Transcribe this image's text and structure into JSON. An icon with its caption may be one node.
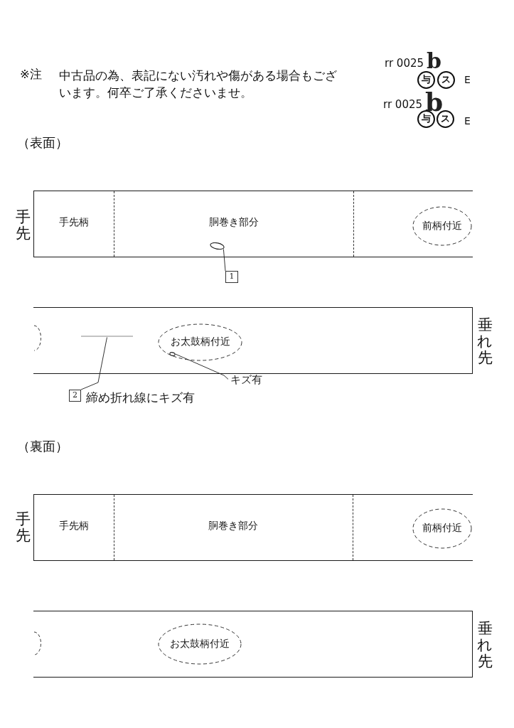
{
  "diagram": {
    "nodes": [
      {
        "text": [
          "与"
        ]
      },
      {
        "text": [
          "ス"
        ]
      },
      {
        "text": [
          "与"
        ]
      },
      {
        "text": [
          "ス"
        ]
      },
      {
        "text": [],
        "shape": "box",
        "beside": [
          "手先"
        ]
      },
      {
        "text": [
          "手先柄"
        ],
        "in": 4
      },
      {
        "text": [
          "胴巻き部分"
        ],
        "in": 4
      },
      {
        "text": [
          "前柄付近"
        ],
        "in": 4
      },
      {
        "text": [],
        "shape": "circle",
        "in": 6
      },
      {
        "text": [
          "1"
        ]
      },
      {
        "text": [],
        "shape": "box",
        "beside": [
          "垂れ先"
        ]
      },
      {
        "text": [],
        "shape": "line",
        "in": 10
      },
      {
        "text": [
          "お太鼓柄付近"
        ],
        "in": 10
      },
      {
        "text": [],
        "shape": "circle",
        "in": 12
      },
      {
        "text": [
          "キズ有"
        ]
      },
      {
        "text": [
          "2"
        ],
        "beside": [
          "締め折れ線にキズ有"
        ]
      },
      {
        "text": [],
        "shape": "box",
        "beside": [
          "手先"
        ]
      },
      {
        "text": [
          "手先柄"
        ],
        "in": 16
      },
      {
        "text": [
          "胴巻き部分"
        ],
        "in": 16
      },
      {
        "text": [
          "前柄付近"
        ],
        "in": 16
      },
      {
        "text": [],
        "shape": "box",
        "beside": [
          "垂れ先"
        ]
      },
      {
        "text": [
          "お太鼓柄付近"
        ],
        "in": 20
      }
    ],
    "edges": [
      {
        "from": 9,
        "to": 8,
        "arrow": "none"
      },
      {
        "from": 14,
        "to": 13,
        "arrow": "none"
      },
      {
        "from": 15,
        "to": 11,
        "arrow": "none"
      }
    ],
    "labels": [
      "rr 0025",
      "b",
      "※注",
      "中古品の為、表記にない汚れや傷がある場合もございます。何卒ご了承くださいませ。",
      "E",
      "rr 0025",
      "b",
      "E",
      "（表面）",
      "（裏面）"
    ]
  }
}
